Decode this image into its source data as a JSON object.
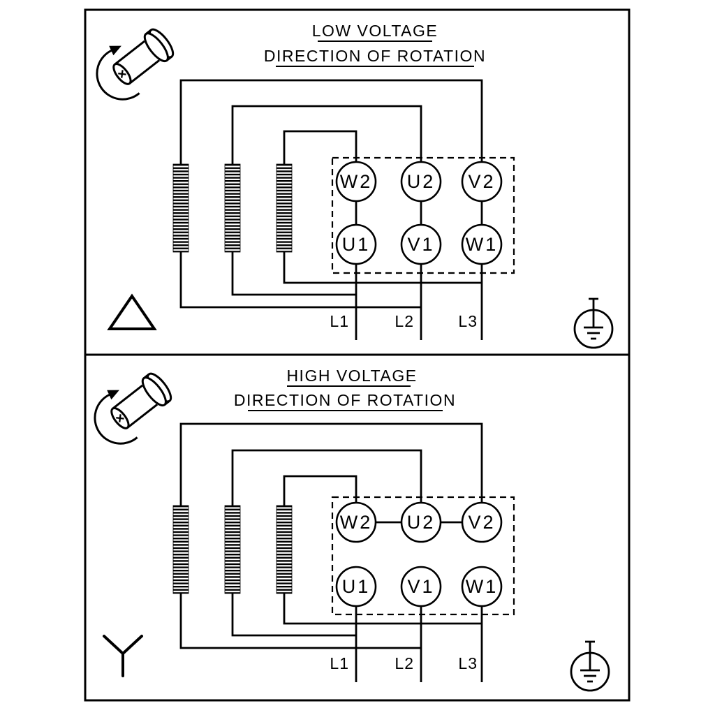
{
  "diagram": {
    "background": "#ffffff",
    "line_color": "#000000"
  },
  "low_voltage": {
    "title": "LOW VOLTAGE",
    "subtitle": "DIRECTION OF ROTATION",
    "terminals_top": [
      "W2",
      "U2",
      "V2"
    ],
    "terminals_bottom": [
      "U1",
      "V1",
      "W1"
    ],
    "supply_lines": [
      "L1",
      "L2",
      "L3"
    ],
    "connection_symbol": "delta"
  },
  "high_voltage": {
    "title": "HIGH VOLTAGE",
    "subtitle": "DIRECTION OF ROTATION",
    "terminals_top": [
      "W2",
      "U2",
      "V2"
    ],
    "terminals_bottom": [
      "U1",
      "V1",
      "W1"
    ],
    "supply_lines": [
      "L1",
      "L2",
      "L3"
    ],
    "connection_symbol": "star"
  }
}
